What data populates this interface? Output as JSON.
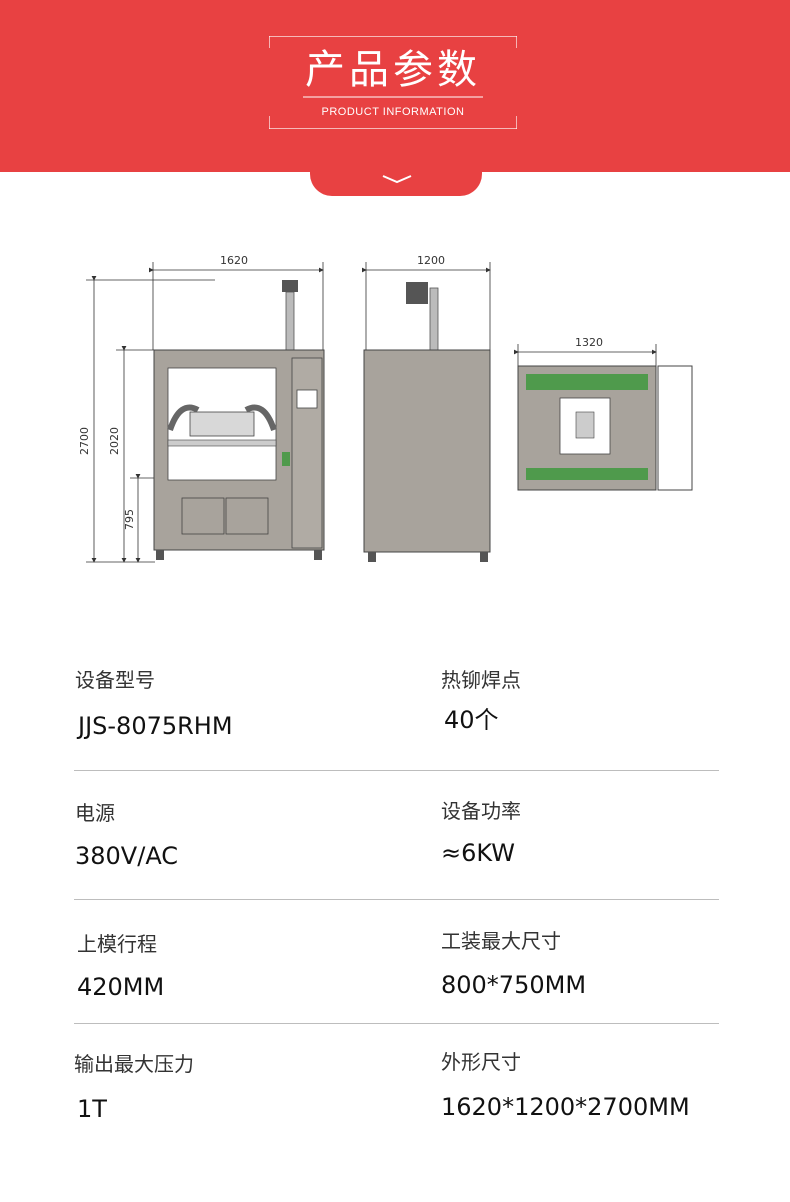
{
  "header": {
    "title": "产品参数",
    "subtitle": "PRODUCT INFORMATION"
  },
  "colors": {
    "banner": "#e84142",
    "machine": "#a8a39c",
    "pcb": "#4f9a4c"
  },
  "drawing": {
    "front_width": "1620",
    "side_width": "1200",
    "top_width": "1320",
    "height_total": "2700",
    "height_mid": "2020",
    "height_low": "795"
  },
  "specs": [
    {
      "label": "设备型号",
      "value": "JJS-8075RHM"
    },
    {
      "label": "热铆焊点",
      "value": "40个"
    },
    {
      "label": "电源",
      "value": "380V/AC"
    },
    {
      "label": "设备功率",
      "value": "≈6KW"
    },
    {
      "label": "上模行程",
      "value": "420MM"
    },
    {
      "label": "工装最大尺寸",
      "value": "800*750MM"
    },
    {
      "label": "输出最大压力",
      "value": "1T"
    },
    {
      "label": "外形尺寸",
      "value": "1620*1200*2700MM"
    }
  ]
}
